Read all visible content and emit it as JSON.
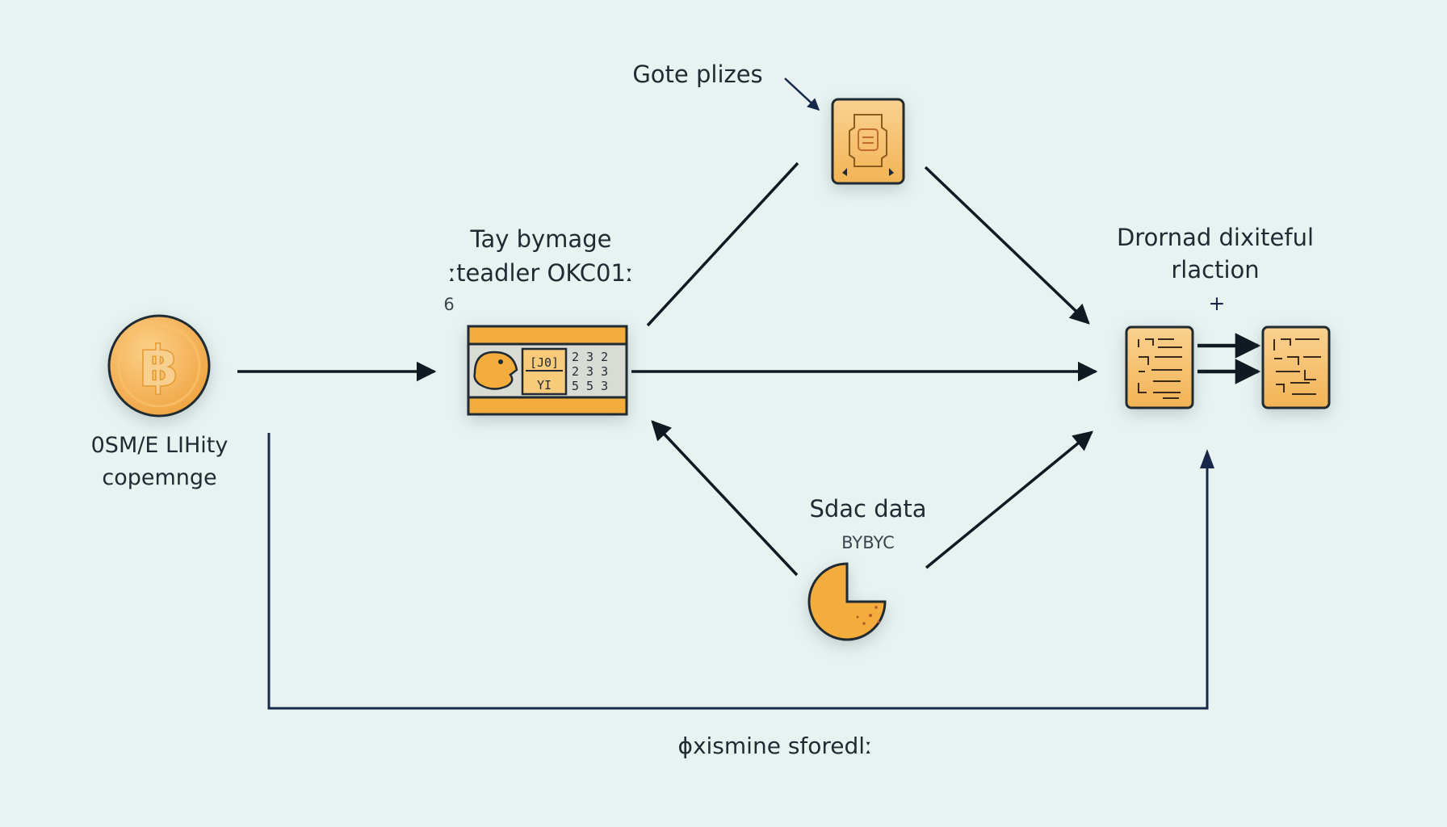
{
  "diagram": {
    "nodes": {
      "bitcoin": {
        "icon": "bitcoin-coin-icon",
        "label_line1": "0SM/E LIHity",
        "label_line2": "copemnge"
      },
      "reader": {
        "icon": "card-reader-icon",
        "title_line1": "Tay bymage",
        "title_line2": "ːteadler OKC01ː",
        "note": "6"
      },
      "chip": {
        "icon": "chip-card-icon",
        "label": "Gote plizes"
      },
      "pie": {
        "icon": "pie-chart-icon",
        "title": "Sdac data",
        "subtitle": "BYBYC"
      },
      "ledger": {
        "icon": "ledger-block-icon",
        "label_line1": "Drornad dixiteful",
        "label_line2": "rlaction",
        "plus": "+"
      }
    },
    "footer_label": "ɸxismine sforedlː"
  },
  "colors": {
    "background": "#e8f3f1",
    "gold": "#f4ad3c",
    "gold_light": "#f7cb7a",
    "outline": "#1f2a33",
    "feedback_line": "#18284a"
  }
}
